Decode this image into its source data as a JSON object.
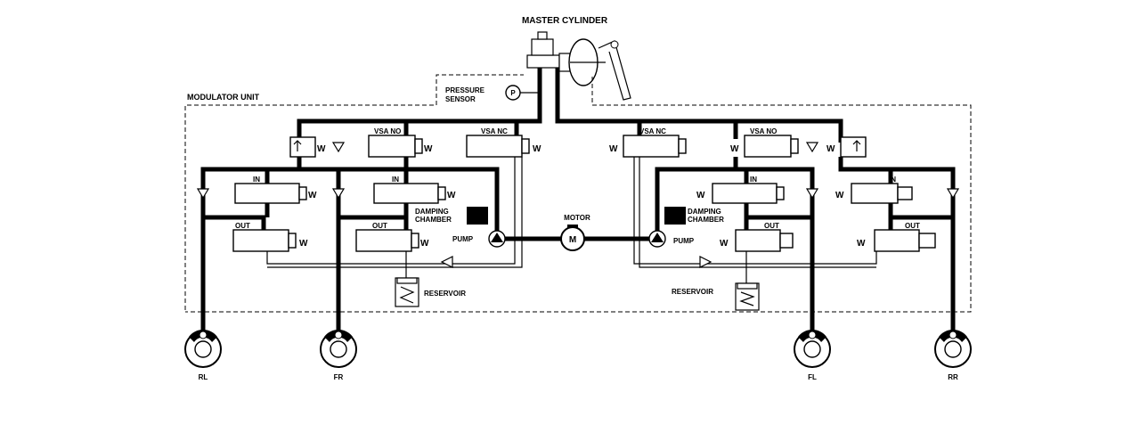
{
  "title": "MASTER CYLINDER",
  "modulator_unit": "MODULATOR UNIT",
  "pressure_sensor": [
    "PRESSURE",
    "SENSOR"
  ],
  "pressure_symbol": "P",
  "motor": "MOTOR",
  "motor_symbol": "M",
  "pump": "PUMP",
  "damping_chamber": [
    "DAMPING",
    "CHAMBER"
  ],
  "reservoir": "RESERVOIR",
  "valves": {
    "vsa_no": "VSA NO",
    "vsa_nc": "VSA NC",
    "in": "IN",
    "out": "OUT",
    "spring": "W"
  },
  "wheels": {
    "rl": "RL",
    "fr": "FR",
    "fl": "FL",
    "rr": "RR"
  }
}
